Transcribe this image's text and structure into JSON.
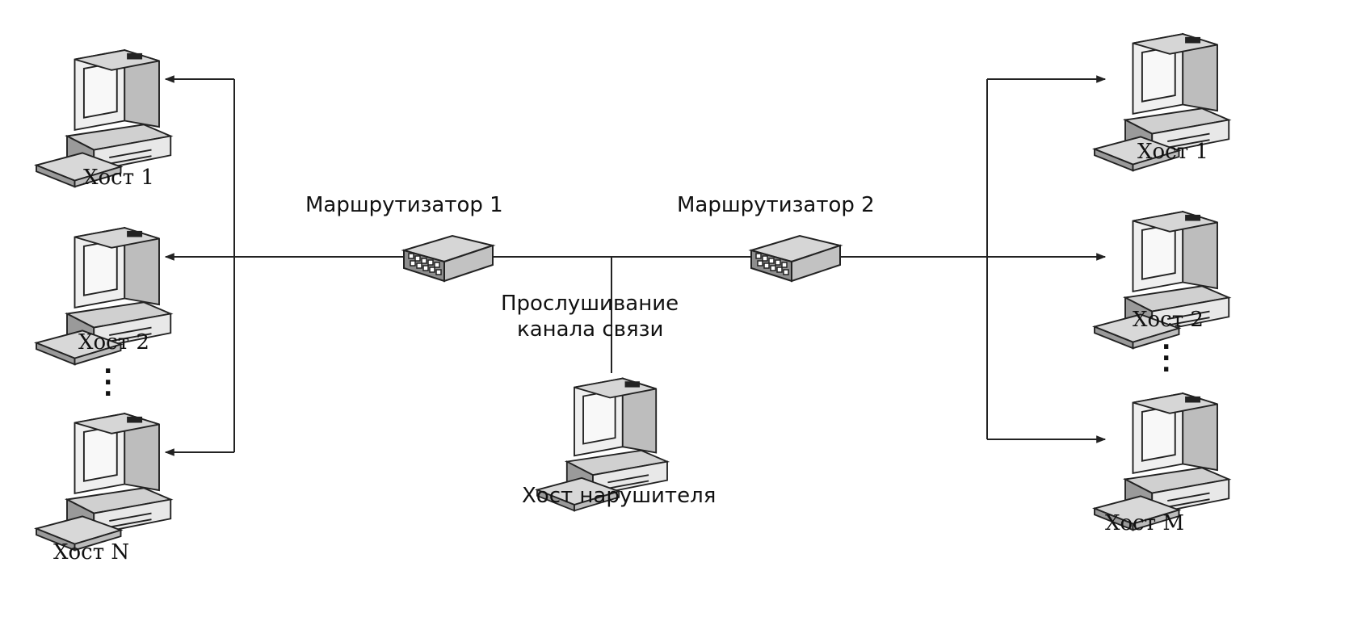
{
  "colors": {
    "line": "#222222",
    "text": "#111111",
    "device_fill": "#e6e6e6",
    "device_shade": "#b8b8b8"
  },
  "left_hosts": [
    {
      "label": "Хост 1"
    },
    {
      "label": "Хост 2"
    },
    {
      "label": "Хост N"
    }
  ],
  "right_hosts": [
    {
      "label": "Хост 1"
    },
    {
      "label": "Хост 2"
    },
    {
      "label": "Хост M"
    }
  ],
  "routers": [
    {
      "label": "Маршрутизатор 1"
    },
    {
      "label": "Маршрутизатор 2"
    }
  ],
  "tap": {
    "line1": "Прослушивание",
    "line2": "канала связи"
  },
  "intruder": {
    "label": "Хост нарушителя"
  },
  "icons": {
    "host": "computer-icon",
    "router": "router-icon"
  }
}
